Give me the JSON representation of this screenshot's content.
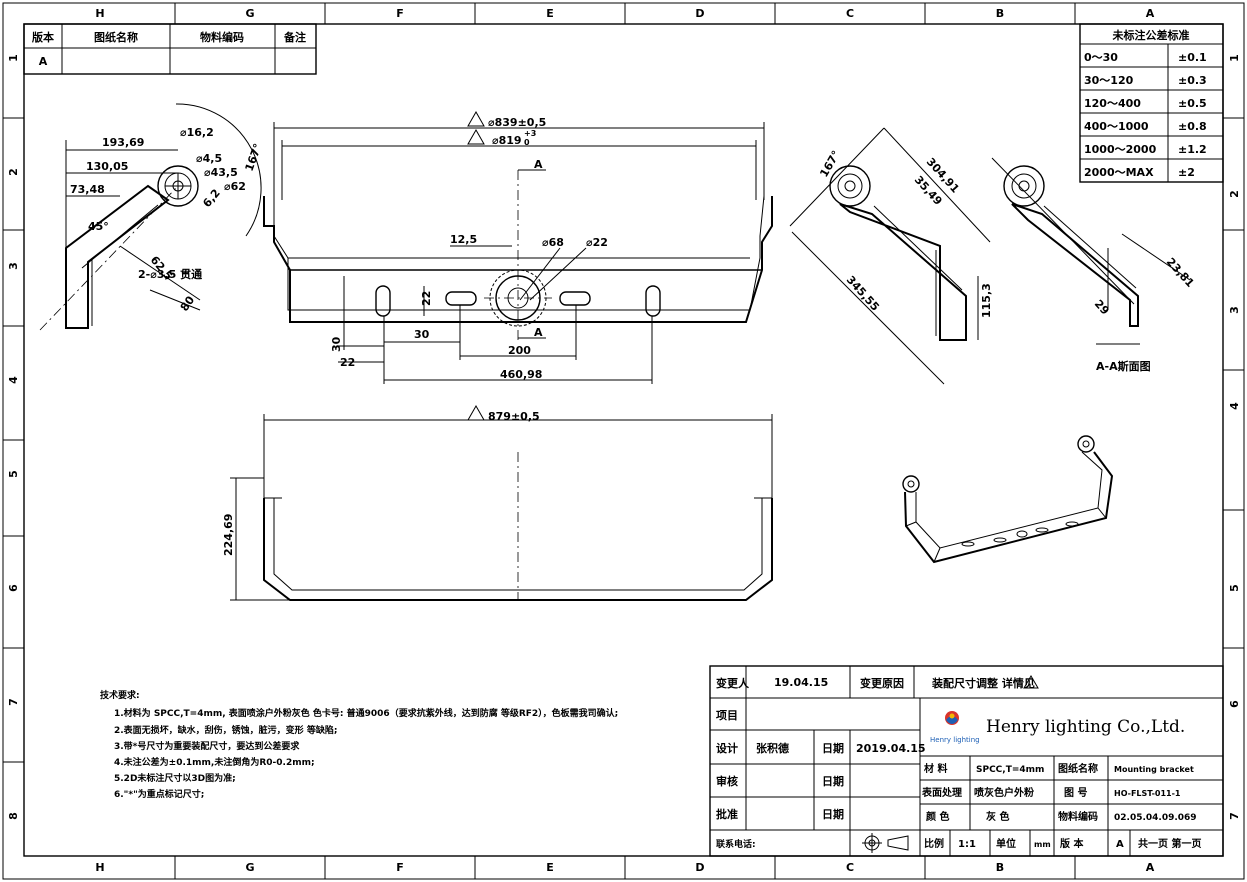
{
  "grid": {
    "columns": [
      "H",
      "G",
      "F",
      "E",
      "D",
      "C",
      "B",
      "A"
    ],
    "rows": [
      "1",
      "2",
      "3",
      "4",
      "5",
      "6",
      "7",
      "8"
    ],
    "right_rows": [
      "1",
      "2",
      "3",
      "4",
      "5",
      "6",
      "7"
    ]
  },
  "revision_table": {
    "headers": [
      "版本",
      "图纸名称",
      "物料编码",
      "备注"
    ],
    "rows": [
      [
        "A",
        "",
        "",
        ""
      ]
    ]
  },
  "tolerance_table": {
    "title": "未标注公差标准",
    "rows": [
      [
        "0～30",
        "±0.1"
      ],
      [
        "30～120",
        "±0.3"
      ],
      [
        "120～400",
        "±0.5"
      ],
      [
        "400～1000",
        "±0.8"
      ],
      [
        "1000～2000",
        "±1.2"
      ],
      [
        "2000～MAX",
        "±2"
      ]
    ]
  },
  "dimensions": {
    "side_view": [
      "193,69",
      "130,05",
      "73,48",
      "⌀16,2",
      "⌀4,5",
      "167°",
      "⌀43,5",
      "⌀62",
      "6,2",
      "45°",
      "62,5",
      "2-⌀3,5 贯通",
      "80"
    ],
    "front_view": [
      "⌀839±0,5",
      "⌀819",
      "+3",
      "0",
      "A",
      "12,5",
      "⌀68",
      "⌀22",
      "22",
      "30",
      "30",
      "22",
      "200",
      "460,98",
      "A"
    ],
    "right_view": [
      "167°",
      "304,91",
      "35,49",
      "345,55",
      "115,3"
    ],
    "section_view": [
      "23,81",
      "29",
      "A-A斯面图"
    ],
    "lower_view": [
      "879±0,5",
      "224,69"
    ]
  },
  "notes": {
    "title": "技术要求:",
    "items": [
      "1.材料为 SPCC,T=4mm, 表面喷涂户外粉灰色 色卡号: 普通9006（要求抗紫外线，达到防腐 等级RF2），色板需我司确认;",
      "2.表面无损坏，缺水，刮伤，锈蚀，脏污，变形 等缺陷;",
      "3.带*号尺寸为重要装配尺寸，要达到公差要求",
      "4.未注公差为±0.1mm,未注倒角为R0-0.2mm;",
      "5.2D未标注尺寸以3D图为准;",
      "6.\"*\"为重点标记尺寸;"
    ]
  },
  "title_block": {
    "changer_label": "变更人",
    "changer_date": "19.04.15",
    "change_reason_label": "变更原因",
    "change_reason": "装配尺寸调整 详情见",
    "project_label": "项目",
    "designer_label": "设计",
    "designer": "张积德",
    "date_label": "日期",
    "design_date": "2019.04.15",
    "review_label": "审核",
    "approve_label": "批准",
    "contact_label": "联系电话:",
    "company_name": "Henry lighting Co.,Ltd.",
    "logo_text": "Henry lighting",
    "material_label": "材 料",
    "material": "SPCC,T=4mm",
    "drawing_name_label": "图纸名称",
    "drawing_name": "Mounting bracket",
    "surface_label": "表面处理",
    "surface": "喷灰色户外粉",
    "drawing_no_label": "图 号",
    "drawing_no": "HO-FLST-011-1",
    "color_label": "颜 色",
    "color": "灰 色",
    "material_code_label": "物料编码",
    "material_code": "02.05.04.09.069",
    "scale_label": "比例",
    "scale": "1:1",
    "unit_label": "单位",
    "unit": "mm",
    "version_label": "版 本",
    "version": "A",
    "sheet": "共一页 第一页"
  },
  "colors": {
    "line": "#000000",
    "logo_red": "#d9342b",
    "logo_blue": "#1d5fb5",
    "logo_yellow": "#f2b705"
  }
}
